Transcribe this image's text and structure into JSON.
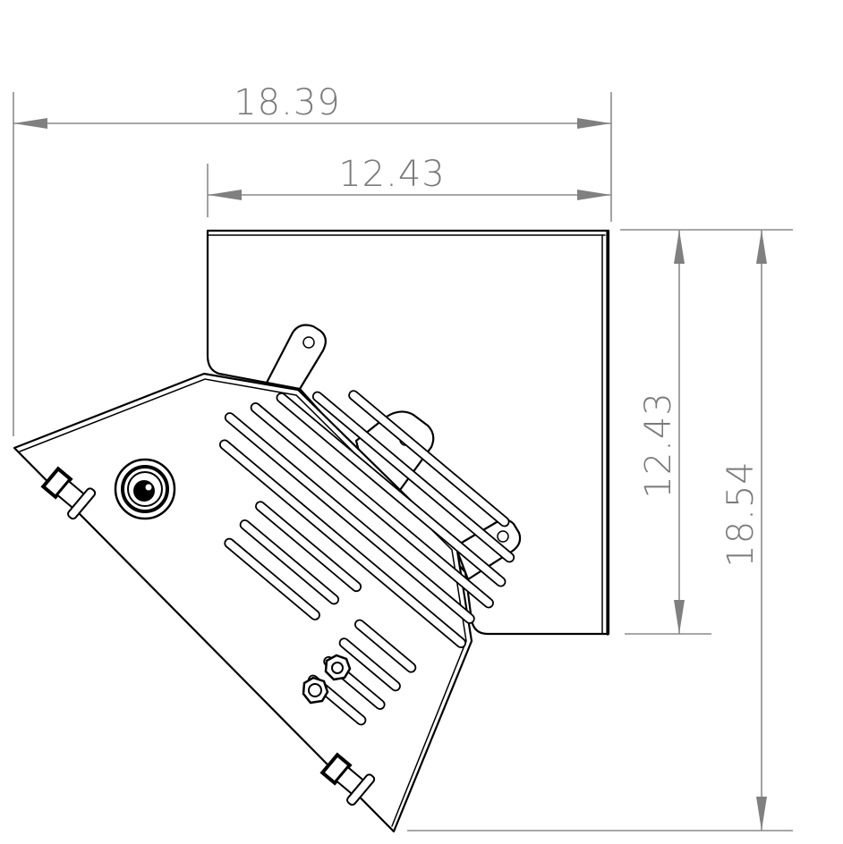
{
  "drawing": {
    "type": "engineering-drawing",
    "view": "top view of bent sheet-metal bracket with perforated angled plate",
    "colors": {
      "dimension": "#808080",
      "geometry": "#000000",
      "background": "#ffffff"
    }
  },
  "dimensions": {
    "overall_width": {
      "value": "18.39",
      "orientation": "horizontal"
    },
    "upper_width": {
      "value": "12.43",
      "orientation": "horizontal"
    },
    "upper_height": {
      "value": "12.43",
      "orientation": "vertical"
    },
    "overall_height": {
      "value": "18.54",
      "orientation": "vertical"
    }
  },
  "features": {
    "mounting_tabs": 3,
    "tab_hole_icon": "circle-hole",
    "knob_icon": "rotary-knob",
    "nut_icons": 2,
    "connectors": 2
  }
}
